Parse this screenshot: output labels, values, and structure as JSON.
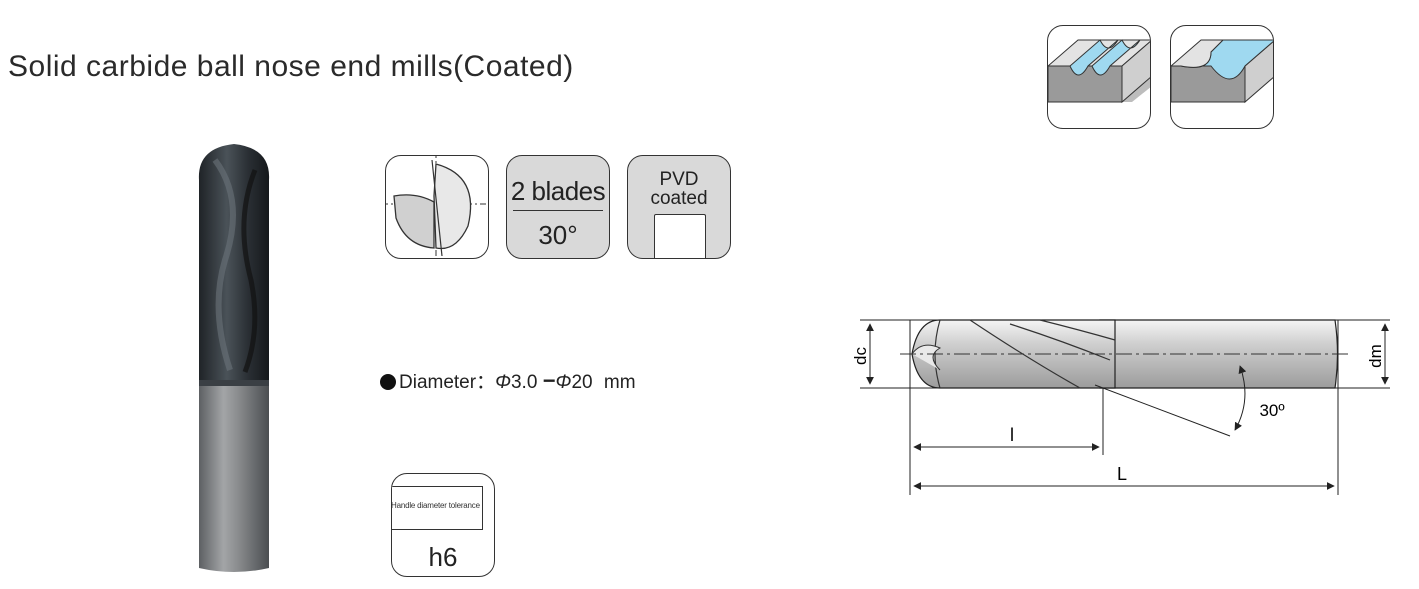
{
  "title": "Solid carbide ball nose end mills(Coated)",
  "icons": {
    "blades": {
      "count": "2 blades",
      "angle": "30°"
    },
    "coating": {
      "line1": "PVD",
      "line2": "coated"
    },
    "tolerance": {
      "caption": "Handle diameter tolerance",
      "value": "h6"
    }
  },
  "diameter": {
    "label": "Diameter：",
    "min": "3.0",
    "max": "20",
    "unit": "mm",
    "symbol": "Φ",
    "dash": "−"
  },
  "drawing": {
    "dc": "dc",
    "dm": "dm",
    "l": "l",
    "L": "L",
    "angle": "30º"
  },
  "colors": {
    "tool_dark": "#2b2f33",
    "shank": "#8a8c8e",
    "icon_gray": "#d9d9d9",
    "accent_blue": "#9fd9f0"
  }
}
